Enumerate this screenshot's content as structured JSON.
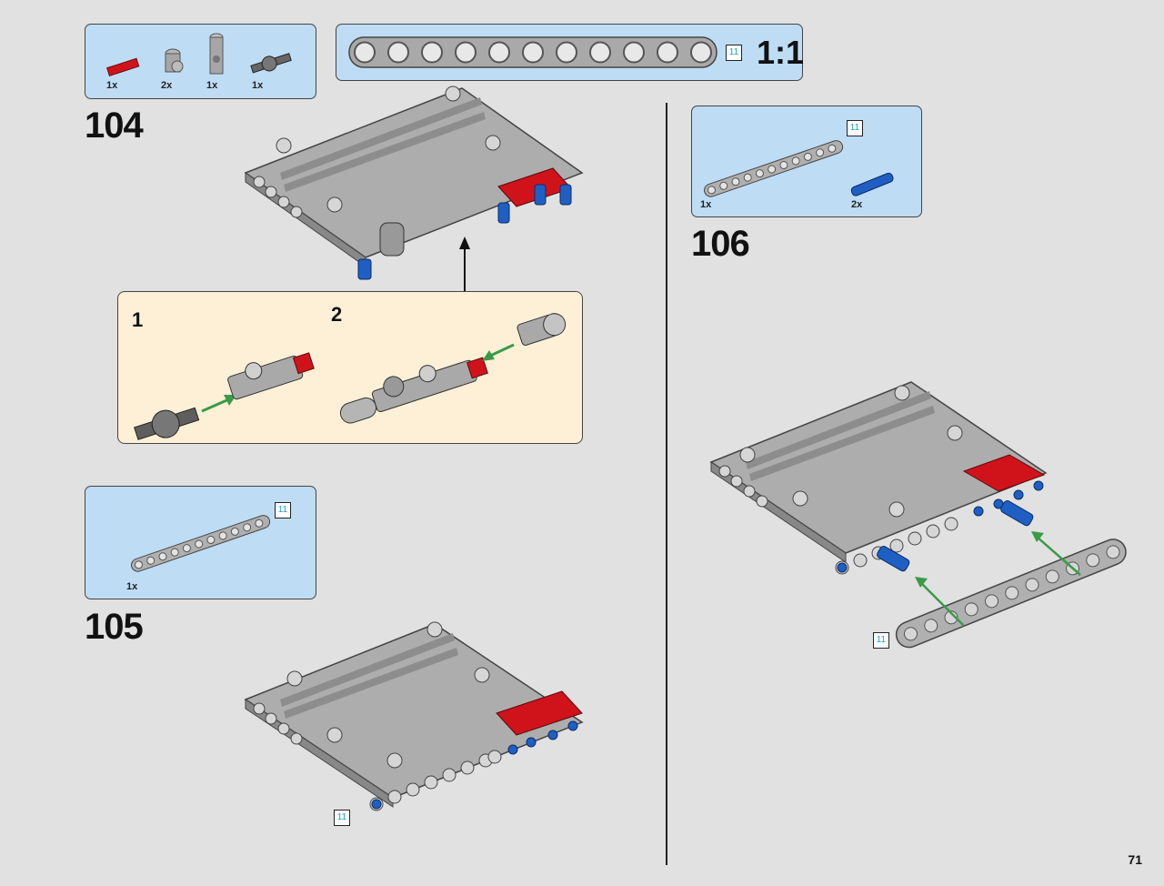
{
  "page_number": "71",
  "steps": {
    "s104": {
      "number": "104"
    },
    "s105": {
      "number": "105"
    },
    "s106": {
      "number": "106"
    }
  },
  "parts_104": {
    "qty1": "1x",
    "qty2": "2x",
    "qty3": "1x",
    "qty4": "1x"
  },
  "scale_box": {
    "length_tag": "11",
    "scale_label": "1:1"
  },
  "submodel": {
    "step1": "1",
    "step2": "2"
  },
  "parts_105": {
    "length_tag": "11",
    "qty": "1x"
  },
  "parts_106": {
    "length_tag": "11",
    "qty1": "1x",
    "qty2": "2x"
  },
  "tags": {
    "step105_beam": "11",
    "step106_beam": "11"
  },
  "colors": {
    "background": "#e1e1e1",
    "parts_box": "#bfdcf5",
    "submodel_box": "#fdf0d6",
    "brick_gray": "#a9a9a9",
    "accent_red": "#d0131b",
    "pin_blue": "#1f5fc4",
    "arrow_green": "#3a9a4a"
  }
}
